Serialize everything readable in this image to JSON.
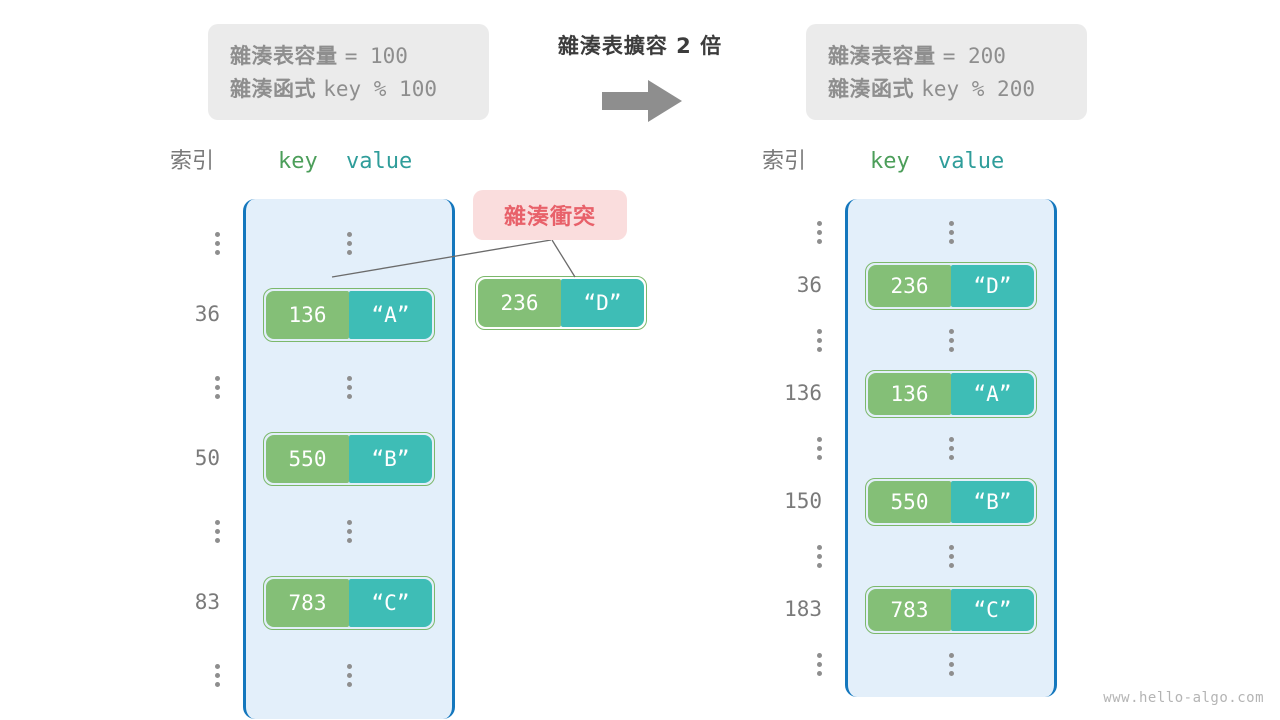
{
  "colors": {
    "key_cell": "#84bf77",
    "value_cell": "#3ebdb6",
    "bucket_fill": "#e3effa",
    "bucket_border": "#1477bd",
    "pair_border": "#7cb86b",
    "collision_bg": "#fadddd",
    "collision_fg": "#e8616a",
    "info_bg": "#ebebeb",
    "info_fg": "#8e8e8e",
    "index_fg": "#7a7a7a",
    "key_header": "#4c9e5a",
    "value_header": "#2f9d9a"
  },
  "info_left": {
    "capacity_label": "雜湊表容量",
    "capacity_expr": "= 100",
    "function_label": "雜湊函式",
    "function_expr": "key % 100"
  },
  "info_right": {
    "capacity_label": "雜湊表容量",
    "capacity_expr": "= 200",
    "function_label": "雜湊函式",
    "function_expr": "key % 200"
  },
  "transform": {
    "label": "雜湊表擴容 2 倍",
    "arrow_icon": "right-arrow"
  },
  "headers": {
    "index": "索引",
    "key": "key",
    "value": "value"
  },
  "collision": {
    "label": "雜湊衝突"
  },
  "floating_entry": {
    "key": "236",
    "value": "“D”"
  },
  "left_table": {
    "rows": [
      {
        "type": "ellipsis",
        "index": "",
        "key": "",
        "value": ""
      },
      {
        "type": "entry",
        "index": "36",
        "key": "136",
        "value": "“A”"
      },
      {
        "type": "ellipsis",
        "index": "",
        "key": "",
        "value": ""
      },
      {
        "type": "entry",
        "index": "50",
        "key": "550",
        "value": "“B”"
      },
      {
        "type": "ellipsis",
        "index": "",
        "key": "",
        "value": ""
      },
      {
        "type": "entry",
        "index": "83",
        "key": "783",
        "value": "“C”"
      },
      {
        "type": "ellipsis",
        "index": "",
        "key": "",
        "value": ""
      }
    ]
  },
  "right_table": {
    "rows": [
      {
        "type": "ellipsis",
        "index": "",
        "key": "",
        "value": ""
      },
      {
        "type": "entry",
        "index": "36",
        "key": "236",
        "value": "“D”"
      },
      {
        "type": "ellipsis",
        "index": "",
        "key": "",
        "value": ""
      },
      {
        "type": "entry",
        "index": "136",
        "key": "136",
        "value": "“A”"
      },
      {
        "type": "ellipsis",
        "index": "",
        "key": "",
        "value": ""
      },
      {
        "type": "entry",
        "index": "150",
        "key": "550",
        "value": "“B”"
      },
      {
        "type": "ellipsis",
        "index": "",
        "key": "",
        "value": ""
      },
      {
        "type": "entry",
        "index": "183",
        "key": "783",
        "value": "“C”"
      },
      {
        "type": "ellipsis",
        "index": "",
        "key": "",
        "value": ""
      }
    ]
  },
  "watermark": "www.hello-algo.com"
}
